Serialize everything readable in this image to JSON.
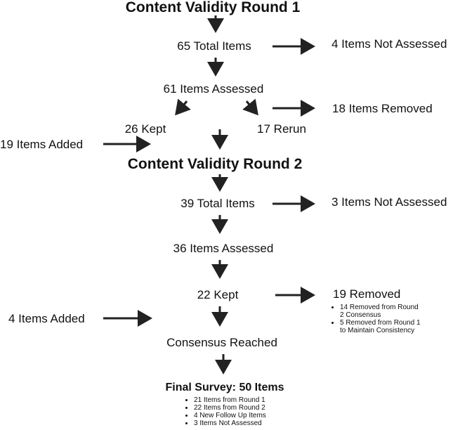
{
  "round1": {
    "title": "Content Validity Round 1",
    "total": "65 Total Items",
    "not_assessed": "4 Items Not Assessed",
    "assessed": "61 Items Assessed",
    "kept": "26 Kept",
    "rerun": "17 Rerun",
    "removed": "18 Items Removed",
    "added": "19 Items Added"
  },
  "round2": {
    "title": "Content Validity Round 2",
    "total": "39 Total Items",
    "not_assessed": "3 Items Not Assessed",
    "assessed": "36 Items Assessed",
    "kept": "22 Kept",
    "removed": {
      "title": "19 Removed",
      "details": [
        "14 Removed from Round 2 Consensus",
        "5 Removed from Round 1 to Maintain Consistency"
      ]
    },
    "added": "4 Items Added",
    "consensus": "Consensus Reached"
  },
  "final": {
    "title": "Final Survey: 50 Items",
    "details": [
      "21 Items from Round 1",
      "22 Items from Round 2",
      "4 New Follow Up Items",
      "3 Items Not Assessed"
    ]
  },
  "colors": {
    "text": "#111111",
    "arrow": "#222222",
    "background": "#ffffff"
  }
}
